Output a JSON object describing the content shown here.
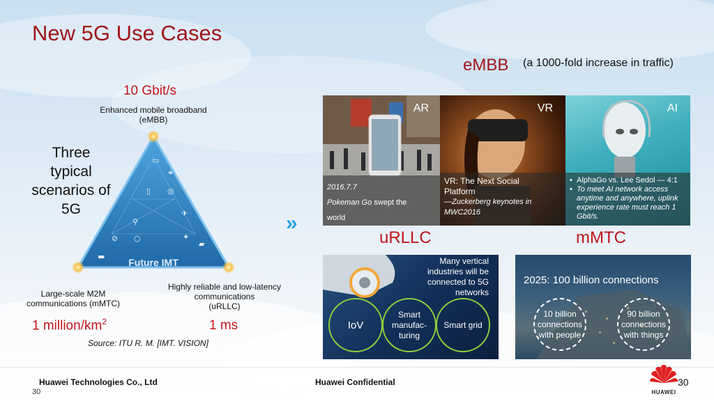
{
  "title": "New 5G Use Cases",
  "embb_header": {
    "label": "eMBB",
    "note": "(a 1000-fold increase in traffic)"
  },
  "triangle": {
    "center_text": "Three typical scenarios of 5G",
    "top_value": "10 Gbit/s",
    "top_label_line1": "Enhanced mobile broadband",
    "top_label_line2": "(eMBB)",
    "left_label_line1": "Large-scale M2M",
    "left_label_line2": "communications (mMTC)",
    "left_value": "1 million/km",
    "left_value_sup": "2",
    "right_label_line1": "Highly reliable and low-latency",
    "right_label_line2": "communications",
    "right_label_line3": "(uRLLC)",
    "right_value": "1 ms",
    "inner_label": "Future IMT",
    "source": "Source: ITU R. M. [IMT. VISION]"
  },
  "arrow": "»",
  "panels": {
    "ar": {
      "label": "AR",
      "date": "2016.7.7",
      "caption_italic": "Pokeman Go",
      "caption_rest": " swept the",
      "caption_line2": "world"
    },
    "vr": {
      "label": "VR",
      "caption_line1": "VR: The Next Social",
      "caption_line2": "Platform",
      "caption_line3": "—Zuckerberg keynotes in",
      "caption_line4": "MWC2016"
    },
    "ai": {
      "label": "AI",
      "bullet1": "AlphaGo vs. Lee Sedol — 4:1",
      "bullet2_line1": "To meet AI network access",
      "bullet2_line2": "anytime and anywhere, uplink",
      "bullet2_line3": "experience rate must reach 1",
      "bullet2_line4": "Gbit/s."
    }
  },
  "urllc": {
    "title": "uRLLC",
    "text_line1": "Many vertical",
    "text_line2": "industries will be",
    "text_line3": "connected to 5G",
    "text_line4": "networks",
    "circle1": "IoV",
    "circle2_line1": "Smart",
    "circle2_line2": "manufac-",
    "circle2_line3": "turing",
    "circle3": "Smart grid"
  },
  "mmtc": {
    "title": "mMTC",
    "headline": "2025: 100 billion connections",
    "circle1_line1": "10 billion",
    "circle1_line2": "connections",
    "circle1_line3": "with people",
    "circle2_line1": "90 billion",
    "circle2_line2": "connections",
    "circle2_line3": "with things"
  },
  "footer": {
    "company": "Huawei Technologies Co., Ltd",
    "confidential": "Huawei Confidential",
    "page_left": "30",
    "page_right": "30",
    "logo_text": "HUAWEI"
  },
  "colors": {
    "accent_red": "#a0161c",
    "triangle_blue": "#2f84c4",
    "green_ring": "#8fce3c"
  }
}
